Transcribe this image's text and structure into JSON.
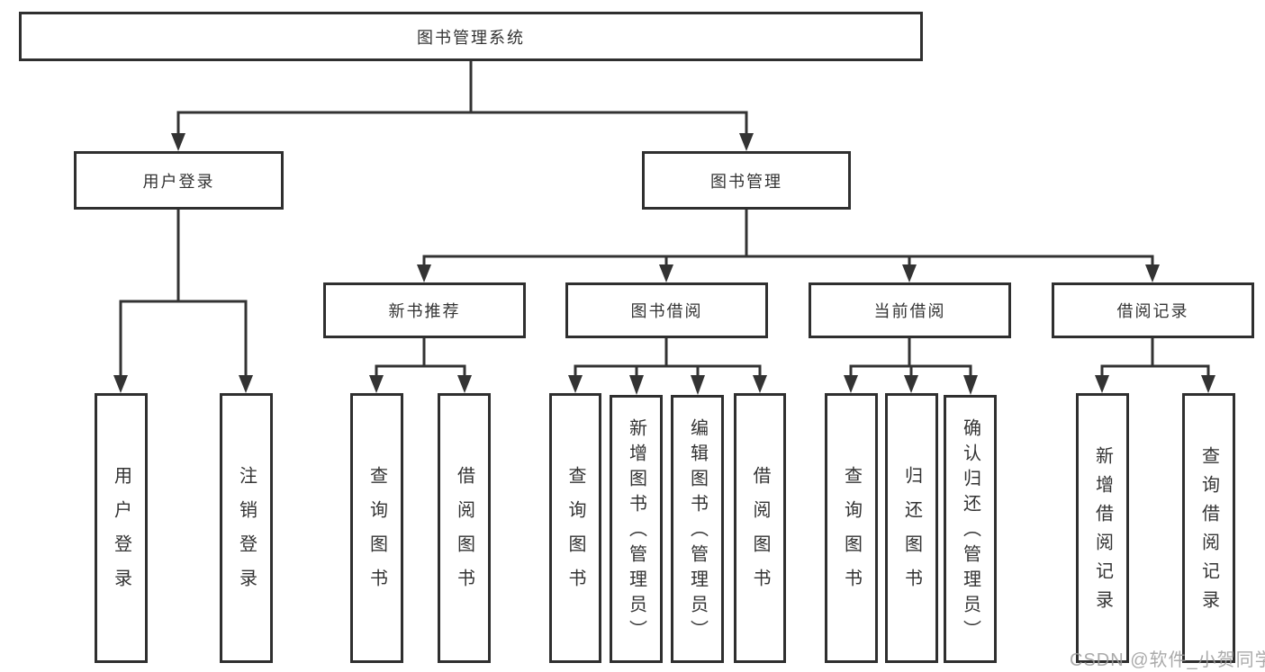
{
  "diagram": {
    "root": {
      "label": "图书管理系统"
    },
    "level2": {
      "user_login": {
        "label": "用户登录"
      },
      "book_mgmt": {
        "label": "图书管理"
      }
    },
    "level3": {
      "new_books": {
        "label": "新书推荐"
      },
      "book_borrow": {
        "label": "图书借阅"
      },
      "current_borrow": {
        "label": "当前借阅"
      },
      "borrow_records": {
        "label": "借阅记录"
      }
    },
    "leaves": {
      "login": {
        "label": "用户登录"
      },
      "logout": {
        "label": "注销登录"
      },
      "nb_query": {
        "label": "查询图书"
      },
      "nb_borrow": {
        "label": "借阅图书"
      },
      "bb_query": {
        "label": "查询图书"
      },
      "bb_add": {
        "label": "新增图书（管理员）"
      },
      "bb_edit": {
        "label": "编辑图书（管理员）"
      },
      "bb_borrow": {
        "label": "借阅图书"
      },
      "cb_query": {
        "label": "查询图书"
      },
      "cb_return": {
        "label": "归还图书"
      },
      "cb_confirm": {
        "label": "确认归还（管理员）"
      },
      "br_add": {
        "label": "新增借阅记录"
      },
      "br_query": {
        "label": "查询借阅记录"
      }
    }
  },
  "watermark": {
    "text": "CSDN @软件_小贺同学"
  },
  "colors": {
    "line": "#333333",
    "box_border": "#2f2f2f",
    "text": "#333333",
    "watermark": "#9b9b9b",
    "background": "#ffffff"
  }
}
